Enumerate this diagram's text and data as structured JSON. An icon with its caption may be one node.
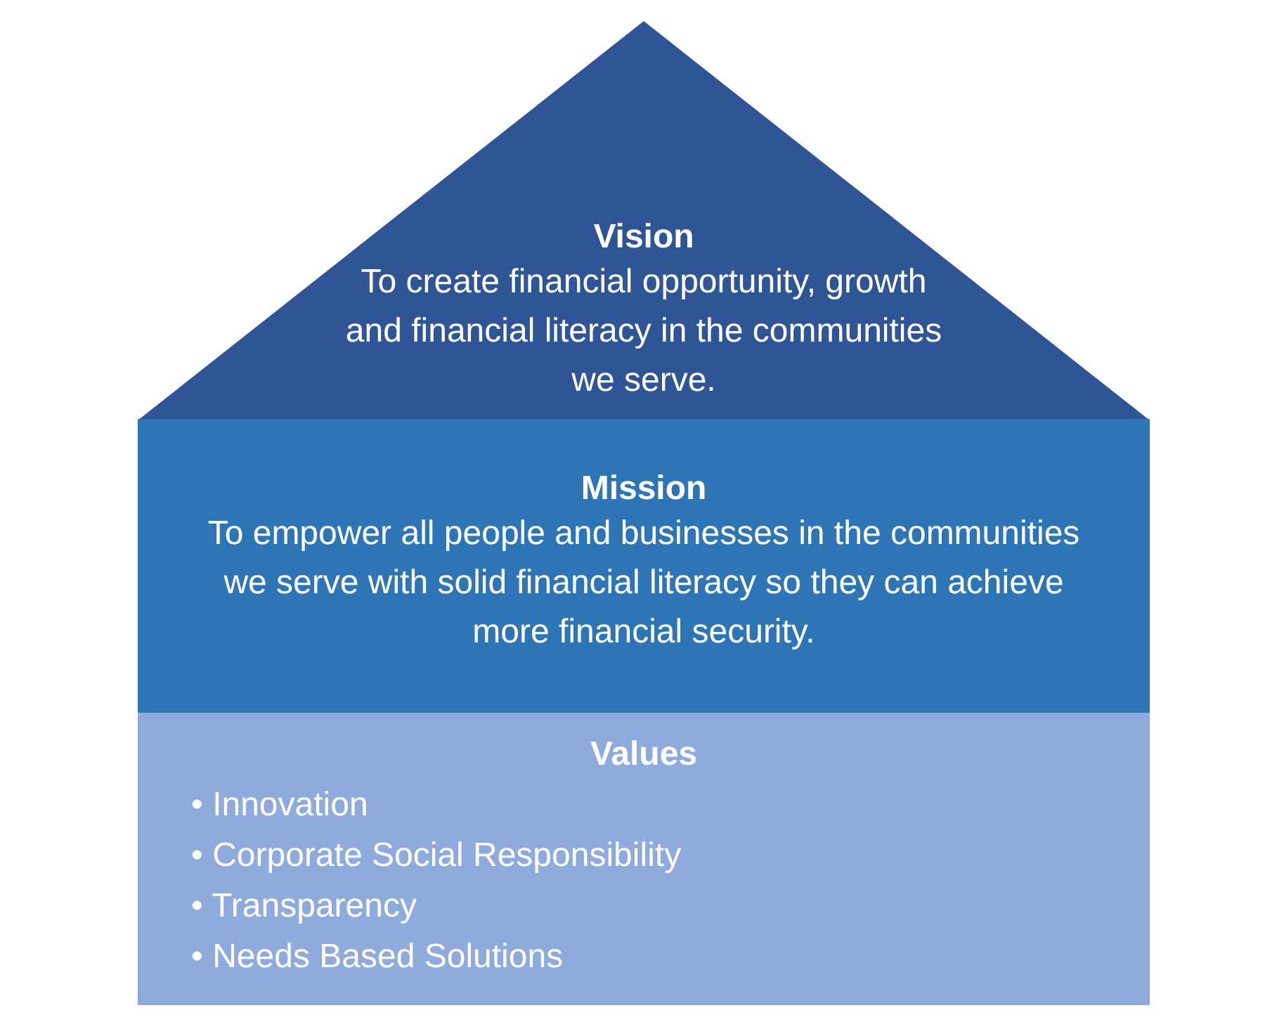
{
  "diagram": {
    "nodes": [
      {
        "text": [
          "Vision",
          "To create financial opportunity, growth and financial literacy in the communities we serve."
        ]
      },
      {
        "text": [
          "Mission",
          "To empower all people and businesses in the communities we serve with solid financial literacy so they can achieve more financial security."
        ]
      },
      {
        "text": [
          "Values",
          "• Innovation",
          "• Corporate Social Responsibility",
          "• Transparency",
          "• Needs Based Solutions"
        ]
      }
    ]
  }
}
